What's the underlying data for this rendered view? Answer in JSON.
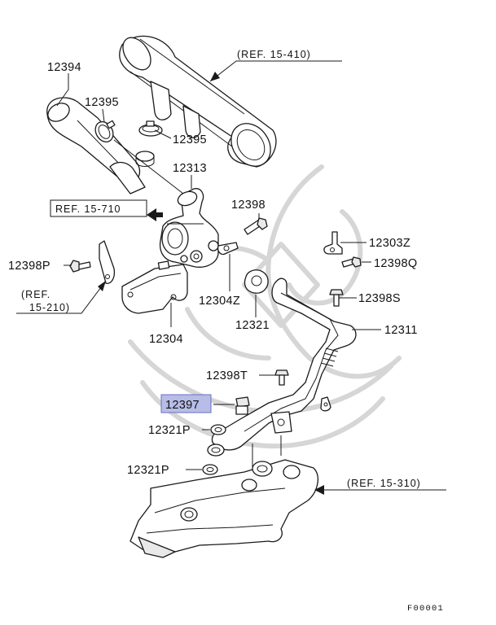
{
  "labels": {
    "p12394": "12394",
    "p12395_a": "12395",
    "p12395_b": "12395",
    "p12313": "12313",
    "p12398": "12398",
    "p12303z": "12303Z",
    "p12398p": "12398P",
    "p12398q": "12398Q",
    "p12304z": "12304Z",
    "p12321": "12321",
    "p12398s": "12398S",
    "p12304": "12304",
    "p12311": "12311",
    "p12398t": "12398T",
    "p12397": "12397",
    "p12321p_a": "12321P",
    "p12321p_b": "12321P"
  },
  "references": {
    "ref_15_410": "(REF. 15-410)",
    "ref_15_710": "REF. 15-710",
    "ref_15_210_line1": "(REF.",
    "ref_15_210_line2": "15-210)",
    "ref_15_310": "(REF. 15-310)"
  },
  "figure_code": "F00001",
  "highlight": {
    "part": "12397",
    "fill": "#b7bde6",
    "stroke": "#6670c4"
  }
}
